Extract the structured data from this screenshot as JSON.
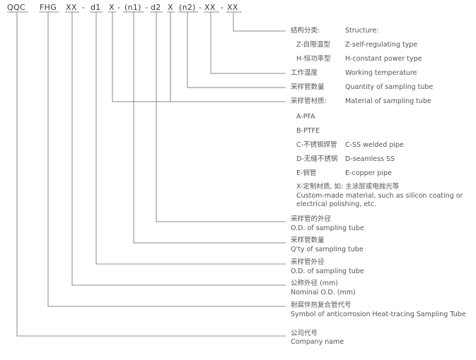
{
  "code_segments": [
    "QQC",
    "FHG",
    "XX",
    "-",
    "d1",
    "X",
    "-",
    "(n1)",
    "-",
    "d2",
    "X",
    "(n2)",
    "-",
    "XX",
    "-",
    "XX"
  ],
  "right_labels": {
    "structure_cn": "结构分类:",
    "structure_en": "Structure:",
    "z_cn": "Z-自限温型",
    "z_en": "Z-self-regulating type",
    "h_cn": "H-恒功率型",
    "h_en": "H-constant power type",
    "temp_cn": "工作温度",
    "temp_en": "Working temperature",
    "qty_cn": "采样管数量",
    "qty_en": "Quantity of sampling tube",
    "material_cn": "采样管材质:",
    "material_en": "Material of sampling tube",
    "mat_a": "A-PFA",
    "mat_b": "B-PTFE",
    "mat_c_cn": "C-不锈钢焊管",
    "mat_c_en": "C-SS welded pipe",
    "mat_d_cn": "D-无缝不锈钢",
    "mat_d_en": "D-seamless SS",
    "mat_e_cn": "E-铜管",
    "mat_e_en": "E-copper pipe",
    "mat_x_cn": "X-定制材质, 如: 主涂层或电抛光等",
    "mat_x_en": "Custom-made material, such as silicon coating or electrical polishing, etc."
  },
  "lower_labels": {
    "od2_cn": "采样管的外径",
    "od2_en": "O.D. of sampling tube",
    "qty2_cn": "采样管数量",
    "qty2_en": "Q'ty of sampling tube",
    "od1_cn": "采样管外径",
    "od1_en": "O.D. of sampling tube",
    "nominal_cn": "公称外径 (mm)",
    "nominal_en": "Nominal O.D. (mm)",
    "symbol_cn": "耐腐伴热复合管代号",
    "symbol_en": "Symbol of anticorrosion Heat-tracing Sampling Tube",
    "company_cn": "公司代号",
    "company_en": "Company name"
  }
}
